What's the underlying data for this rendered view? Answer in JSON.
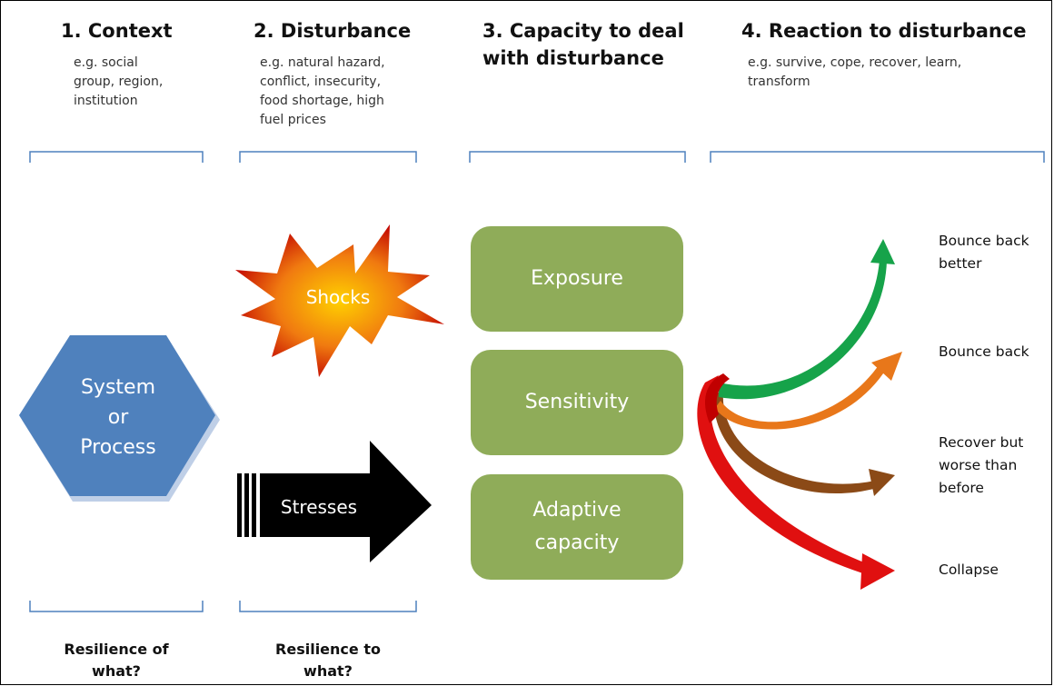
{
  "columns": [
    {
      "title": "1. Context",
      "subtitle": "e.g. social\ngroup, region,\ninstitution"
    },
    {
      "title": "2. Disturbance",
      "subtitle": "e.g. natural hazard,\nconflict, insecurity,\nfood shortage, high\nfuel prices"
    },
    {
      "title": "3. Capacity to deal\nwith disturbance",
      "subtitle": ""
    },
    {
      "title": "4. Reaction to disturbance",
      "subtitle": "e.g. survive, cope, recover, learn,\ntransform"
    }
  ],
  "system": {
    "label_line1": "System",
    "label_line2": "or",
    "label_line3": "Process"
  },
  "disturbances": {
    "shocks": "Shocks",
    "stresses": "Stresses"
  },
  "capacity_boxes": [
    "Exposure",
    "Sensitivity",
    "Adaptive\ncapacity"
  ],
  "outcomes": [
    "Bounce back\nbetter",
    "Bounce back",
    "Recover but\nworse than\nbefore",
    "Collapse"
  ],
  "bottom_questions": [
    "Resilience of\nwhat?",
    "Resilience to\nwhat?"
  ],
  "colors": {
    "hexagon": "#4f81bd",
    "box": "#8fac59",
    "bounce_back_better": "#16a34a",
    "bounce_back": "#e8771a",
    "recover_worse": "#8b4a17",
    "collapse": "#e01010"
  }
}
